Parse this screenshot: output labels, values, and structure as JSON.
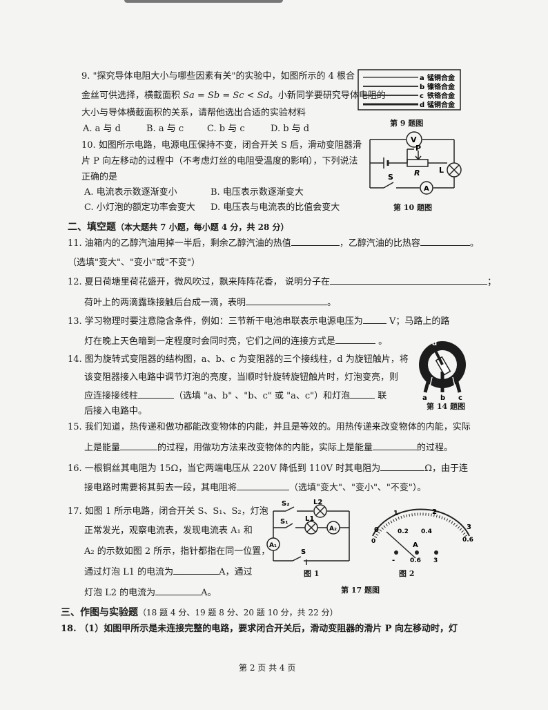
{
  "q9": {
    "line1": "9. \"探究导体电阻大小与哪些因素有关\"的实验中，如图所示的 4 根合",
    "line2a": "金丝可供选择，横截面积 ",
    "line2_formula": "Sa = Sb = Sc < Sd",
    "line2b": "。小新同学要研究导体电阻的",
    "line3": "大小与导体横截面积的关系，请帮他选出合适的实验材料",
    "options": [
      "A. a 与 d",
      "B. a 与 c",
      "C. b 与 c",
      "D. b 与 d"
    ],
    "figure_caption": "第 9 题图",
    "wires": [
      {
        "letter": "a",
        "label": "锰铜合金"
      },
      {
        "letter": "b",
        "label": "镍铬合金"
      },
      {
        "letter": "c",
        "label": "铁铬合金"
      },
      {
        "letter": "d",
        "label": "锰铜合金"
      }
    ]
  },
  "q10": {
    "line1": "10. 如图所示电路，电源电压保持不变，闭合开关 S 后，滑动变阻器滑",
    "line2": "片 P 向左移动的过程中（不考虑灯丝的电阻受温度的影响），下列说法",
    "line3": "正确的是",
    "optA": "A. 电流表示数逐渐变小",
    "optB": "B. 电压表示数逐渐变大",
    "optC": "C. 小灯泡的额定功率会变大",
    "optD": "D. 电压表与电流表的比值会变大",
    "figure_caption": "第 10 题图",
    "labels": {
      "voltmeter": "V",
      "slider": "P",
      "rheostat": "R",
      "lamp": "L",
      "switch": "S",
      "ammeter": "A"
    }
  },
  "section2": {
    "title": "二、填空题",
    "note": "（本大题共 7 小题，每小题 4 分，共 28 分）"
  },
  "q11": {
    "a": "11. 油箱内的乙醇汽油用掉一半后，剩余乙醇汽油的热值",
    "b": "，乙醇汽油的比热容",
    "c": "。",
    "d": "（选填\"变大\"、\"变小\"或\"不变\"）"
  },
  "q12": {
    "a": "12. 夏日荷塘里荷花盛开，微风吹过，飘来阵阵花香， 说明分子在",
    "b": "；",
    "c": "荷叶上的两滴露珠接触后台成一滴，表明",
    "d": "。"
  },
  "q13": {
    "a": "13.  学习物理时要注意隐含条件，例如：三节新干电池串联表示电源电压为",
    "b": " V；马路上的路",
    "c": "灯在晚上天色暗到一定程度时会同时亮，它们之间的连接方式是",
    "d": " 。"
  },
  "q14": {
    "a": "14. 图为旋转式变阻器的结构图，a、b、c 为变阻器的三个接线柱，d 为旋钮触片，将",
    "b": "该变阻器接入电路中调节灯泡的亮度，当顺时针旋转旋钮触片时，灯泡变亮，则",
    "c": "应连接接线柱",
    "d": "（选填 \"a、b\" 、\"b、c\" 或 \"a、c\"）和灯泡",
    "e": " 联",
    "f": "后接入电路中。",
    "figure_caption": "第 14 题图",
    "terminals": [
      "a",
      "b",
      "c"
    ],
    "knob": "d"
  },
  "q15": {
    "a": "15. 我们知道，热传递和做功都能改变物体的内能，并且是等效的。用热传递来改变物体的内能，实际",
    "b": "上是能量",
    "c": "的过程，用做功方法来改变物体的内能，实际上是能量",
    "d": "的过程。"
  },
  "q16": {
    "a": "16. 一根铜丝其电阻为 15Ω，当它两端电压从 220V 降低到 110V 时其电阻为",
    "b": "Ω，由于连",
    "c": "接电路时需要将其剪去一段，其电阻将",
    "d": "（选填\"变大\"、\"变小\"、\"不变\"）。"
  },
  "q17": {
    "a": "17. 如图 1 所示电路，闭合开关 S、S₁、S₂，灯泡",
    "b": "正常发光，观察电流表，发现电流表 A₁ 和",
    "c": "A₂ 的示数如图 2 所示，指针都指在同一位置，",
    "d": "通过灯泡 L1 的电流为",
    "e": "A，通过",
    "f": "灯泡 L2 的电流为",
    "g": "A。",
    "fig1_caption": "图 1",
    "fig2_caption": "图 2",
    "figure_caption": "第 17 题图",
    "circuit_labels": {
      "s2": "S₂",
      "s1": "S₁",
      "s": "S",
      "l2": "L2",
      "l1": "L1",
      "a1": "A₁",
      "a2": "A₂"
    },
    "meter": {
      "top_scale": [
        "0",
        "1",
        "2",
        "3"
      ],
      "bottom_scale": [
        "0",
        "0.2",
        "0.4",
        "0.6"
      ],
      "unit": "A",
      "terminals": [
        "-",
        "0.6",
        "3"
      ]
    }
  },
  "section3": {
    "title": "三、作图与实验题",
    "note": "（18 题 4 分、19 题 8 分、20 题 10 分，共 22 分）"
  },
  "q18": {
    "a": "18. （1）如图甲所示是未连接完整的电路，要求闭合开关后，滑动变阻器的滑片 P 向左移动时，灯"
  },
  "footer": {
    "page": "第 2 页 共 4 页"
  }
}
